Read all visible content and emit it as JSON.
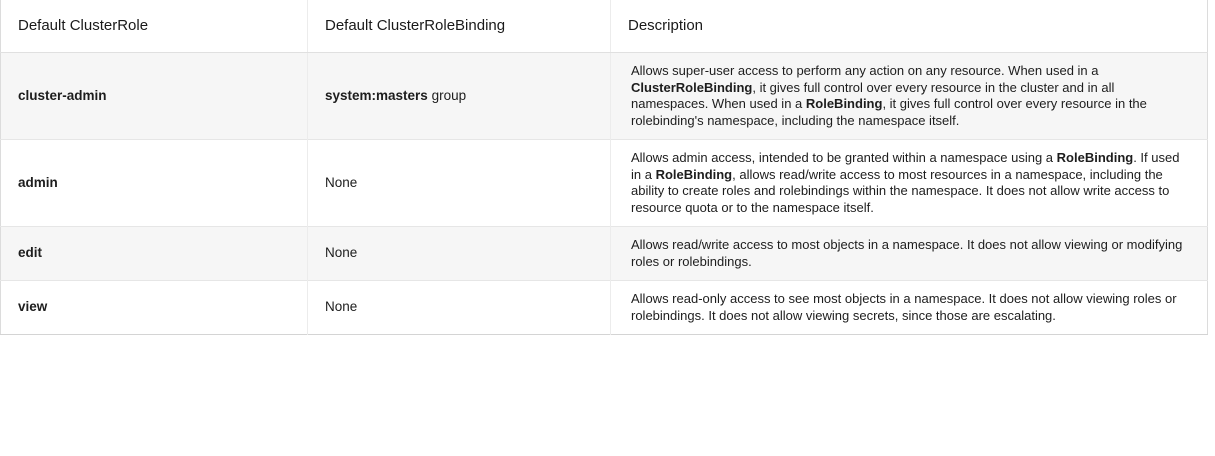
{
  "table": {
    "name": "kubernetes-default-clusterroles",
    "columns": [
      {
        "key": "role",
        "label": "Default ClusterRole"
      },
      {
        "key": "binding",
        "label": "Default ClusterRoleBinding"
      },
      {
        "key": "description",
        "label": "Description"
      }
    ],
    "colors": {
      "row_shade": "#f6f6f6",
      "row_plain": "#ffffff",
      "border": "#e0e0e0",
      "text": "#1a1a1a"
    },
    "rows": [
      {
        "shaded": true,
        "role": "cluster-admin",
        "binding_bold": "system:masters",
        "binding_rest": " group",
        "description_parts": [
          {
            "text": "Allows super-user access to perform any action on any resource. When used in a ",
            "bold": false
          },
          {
            "text": "ClusterRoleBinding",
            "bold": true
          },
          {
            "text": ", it gives full control over every resource in the cluster and in all namespaces. When used in a ",
            "bold": false
          },
          {
            "text": "RoleBinding",
            "bold": true
          },
          {
            "text": ", it gives full control over every resource in the rolebinding's namespace, including the namespace itself.",
            "bold": false
          }
        ]
      },
      {
        "shaded": false,
        "role": "admin",
        "binding_bold": "",
        "binding_rest": "None",
        "description_parts": [
          {
            "text": "Allows admin access, intended to be granted within a namespace using a ",
            "bold": false
          },
          {
            "text": "RoleBinding",
            "bold": true
          },
          {
            "text": ". If used in a ",
            "bold": false
          },
          {
            "text": "RoleBinding",
            "bold": true
          },
          {
            "text": ", allows read/write access to most resources in a namespace, including the ability to create roles and rolebindings within the namespace. It does not allow write access to resource quota or to the namespace itself.",
            "bold": false
          }
        ]
      },
      {
        "shaded": true,
        "role": "edit",
        "binding_bold": "",
        "binding_rest": "None",
        "description_parts": [
          {
            "text": "Allows read/write access to most objects in a namespace. It does not allow viewing or modifying roles or rolebindings.",
            "bold": false
          }
        ]
      },
      {
        "shaded": false,
        "role": "view",
        "binding_bold": "",
        "binding_rest": "None",
        "description_parts": [
          {
            "text": "Allows read-only access to see most objects in a namespace. It does not allow viewing roles or rolebindings. It does not allow viewing secrets, since those are escalating.",
            "bold": false
          }
        ]
      }
    ]
  }
}
